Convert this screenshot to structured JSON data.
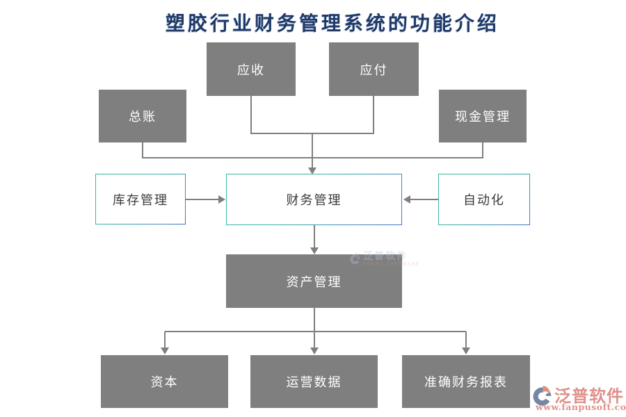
{
  "title": "塑胶行业财务管理系统的功能介绍",
  "nodes": {
    "receivables": {
      "label": "应收"
    },
    "payables": {
      "label": "应付"
    },
    "general_ledger": {
      "label": "总账"
    },
    "cash_management": {
      "label": "现金管理"
    },
    "inventory_management": {
      "label": "库存管理"
    },
    "financial_management": {
      "label": "财务管理"
    },
    "automation": {
      "label": "自动化"
    },
    "asset_management": {
      "label": "资产管理"
    },
    "capital": {
      "label": "资本"
    },
    "operational_data": {
      "label": "运营数据"
    },
    "accurate_financial_reports": {
      "label": "准确财务报表"
    }
  },
  "watermark": {
    "brand": "泛普软件",
    "brand_en": "FANPU SOFTWARE"
  },
  "footer_logo": {
    "brand": "泛普软件",
    "url": "www.fanpusoft.com"
  },
  "colors": {
    "node_gray": "#7f7f7f",
    "node_text": "#ffffff",
    "outline_teal": "#35b79f",
    "outline_blue": "#4472c4",
    "connector": "#7f7f7f",
    "title_navy": "#1f3a68",
    "logo_salmon": "#e0908a",
    "logo_slate": "#7787a3"
  }
}
